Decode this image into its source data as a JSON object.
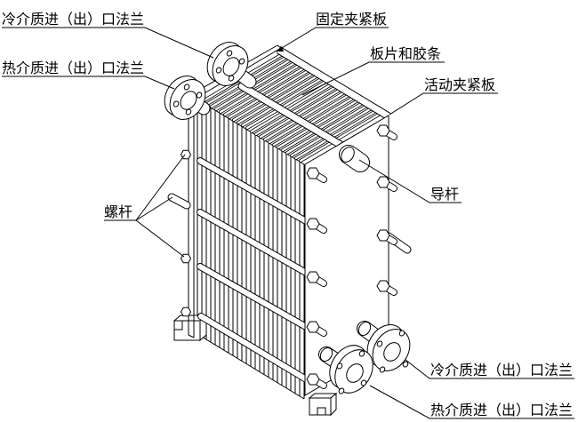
{
  "diagram": {
    "background_color": "#ffffff",
    "line_color": "#000000",
    "labels": {
      "cold_flange_top": "冷介质进（出）口法兰",
      "hot_flange_top": "热介质进（出）口法兰",
      "fixed_clamping_plate": "固定夹紧板",
      "plates_and_gaskets": "板片和胶条",
      "movable_clamping_plate": "活动夹紧板",
      "guide_bar": "导杆",
      "screw_rod": "螺杆",
      "cold_flange_bottom": "冷介质进（出）口法兰",
      "hot_flange_bottom": "热介质进（出）口法兰"
    }
  }
}
